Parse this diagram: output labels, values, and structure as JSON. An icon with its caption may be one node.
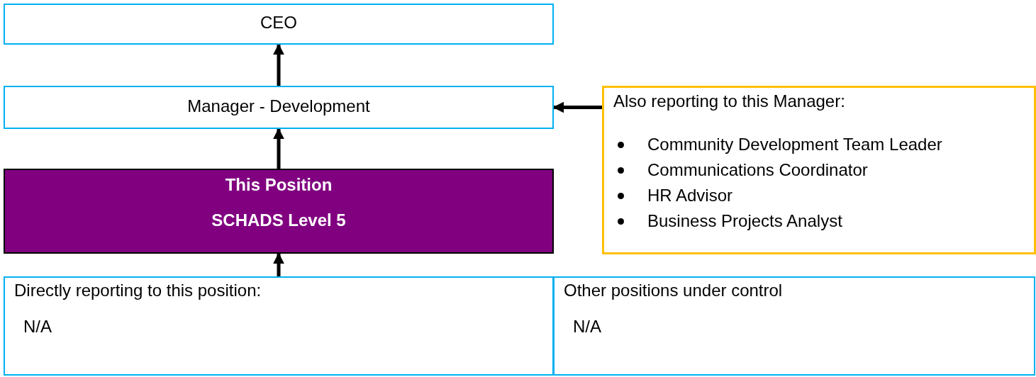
{
  "diagram": {
    "nodes": [
      {
        "text": [
          "CEO"
        ]
      },
      {
        "text": [
          "Manager - Development"
        ]
      },
      {
        "text": [
          "This Position",
          "SCHADS Level 5"
        ]
      },
      {
        "text": [
          "Also reporting to this Manager:",
          "Community Development Team Leader",
          "Communications Coordinator",
          "HR Advisor",
          "Business Projects Analyst"
        ]
      },
      {
        "text": [
          "Directly reporting to this position:",
          "N/A"
        ]
      },
      {
        "text": [
          "Other positions under control",
          "N/A"
        ]
      }
    ],
    "edges": [
      {
        "from": 1,
        "to": 0,
        "arrow": "to"
      },
      {
        "from": 2,
        "to": 1,
        "arrow": "to"
      },
      {
        "from": 3,
        "to": 1,
        "arrow": "to"
      },
      {
        "from": 4,
        "to": 2,
        "arrow": "to"
      }
    ]
  }
}
